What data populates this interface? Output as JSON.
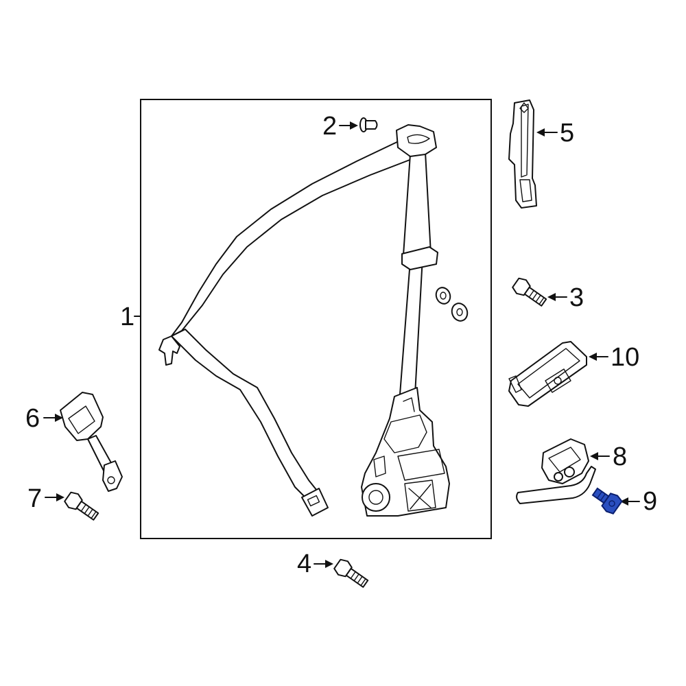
{
  "diagram": {
    "callouts": [
      {
        "id": "1",
        "label": "1"
      },
      {
        "id": "2",
        "label": "2"
      },
      {
        "id": "3",
        "label": "3"
      },
      {
        "id": "4",
        "label": "4"
      },
      {
        "id": "5",
        "label": "5"
      },
      {
        "id": "6",
        "label": "6"
      },
      {
        "id": "7",
        "label": "7"
      },
      {
        "id": "8",
        "label": "8"
      },
      {
        "id": "9",
        "label": "9",
        "highlighted": true
      },
      {
        "id": "10",
        "label": "10"
      }
    ],
    "colors": {
      "line": "#111111",
      "background": "#ffffff",
      "highlight": "#2a4fc0",
      "highlight_dark": "#0b1f6e"
    }
  }
}
